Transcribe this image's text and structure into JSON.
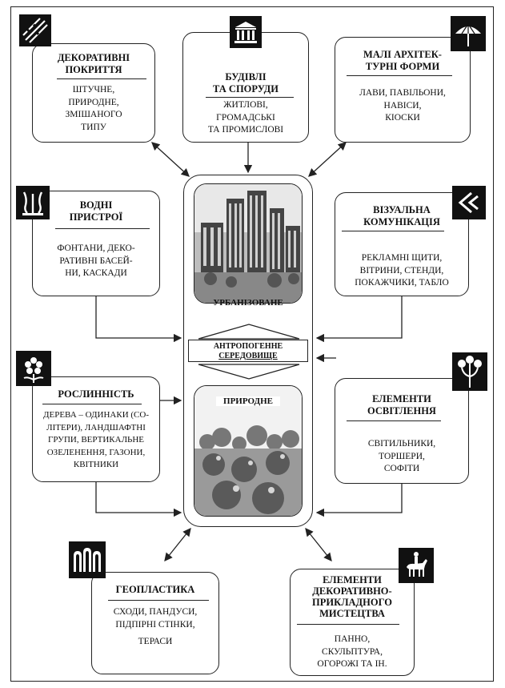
{
  "center": {
    "urban_label": "УРБАНІЗОВАНЕ",
    "natural_label": "ПРИРОДНЕ",
    "anthro_line1": "АНТРОПОГЕННЕ",
    "anthro_line2": "СЕРЕДОВИЩЕ"
  },
  "boxes": {
    "decor": {
      "title1": "ДЕКОРАТИВНІ",
      "title2": "ПОКРИТТЯ",
      "items": [
        "ШТУЧНЕ,",
        "ПРИРОДНЕ,",
        "ЗМІШАНОГО",
        "ТИПУ"
      ]
    },
    "buildings": {
      "title1": "БУДІВЛІ",
      "title2": "ТА СПОРУДИ",
      "items": [
        "ЖИТЛОВІ,",
        "ГРОМАДСЬКІ",
        "ТА ПРОМИСЛОВІ"
      ]
    },
    "small_arch": {
      "title1": "МАЛІ АРХІТЕК-",
      "title2": "ТУРНІ ФОРМИ",
      "items": [
        "ЛАВИ, ПАВІЛЬОНИ,",
        "НАВІСИ,",
        "КІОСКИ"
      ]
    },
    "water": {
      "title1": "ВОДНІ",
      "title2": "ПРИСТРОЇ",
      "items": [
        "ФОНТАНИ, ДЕКО-",
        "РАТИВНІ БАСЕЙ-",
        "НИ, КАСКАДИ"
      ]
    },
    "visual": {
      "title1": "ВІЗУАЛЬНА",
      "title2": "КОМУНІКАЦІЯ",
      "items": [
        "РЕКЛАМНІ ЩИТИ,",
        "ВІТРИНИ, СТЕНДИ,",
        "ПОКАЖЧИКИ, ТАБЛО"
      ]
    },
    "plants": {
      "title1": "РОСЛИННІСТЬ",
      "items": [
        "ДЕРЕВА – ОДИНАКИ (СО-",
        "ЛІТЕРИ), ЛАНДШАФТНІ",
        "ГРУПИ, ВЕРТИКАЛЬНЕ",
        "ОЗЕЛЕНЕННЯ, ГАЗОНИ,",
        "КВІТНИКИ"
      ]
    },
    "lighting": {
      "title1": "ЕЛЕМЕНТИ",
      "title2": "ОСВІТЛЕННЯ",
      "items": [
        "СВІТИЛЬНИКИ,",
        "ТОРШЕРИ,",
        "СОФІТИ"
      ]
    },
    "geo": {
      "title1": "ГЕОПЛАСТИКА",
      "items": [
        "СХОДИ, ПАНДУСИ,",
        "ПІДПІРНІ СТІНКИ,",
        "ТЕРАСИ"
      ]
    },
    "decor_art": {
      "title1": "ЕЛЕМЕНТИ",
      "title2": "ДЕКОРАТИВНО-",
      "title3": "ПРИКЛАДНОГО",
      "title4": "МИСТЕЦТВА",
      "items": [
        "ПАННО,",
        "СКУЛЬПТУРА,",
        "ОГОРОЖІ ТА ІН."
      ]
    }
  },
  "icons": {
    "decor": "paving-icon",
    "buildings": "columns-building-icon",
    "small_arch": "umbrella-icon",
    "water": "fountain-icon",
    "visual": "arrow-sign-icon",
    "plants": "flower-icon",
    "lighting": "lamp-icon",
    "geo": "arches-icon",
    "decor_art": "horse-rider-icon"
  }
}
